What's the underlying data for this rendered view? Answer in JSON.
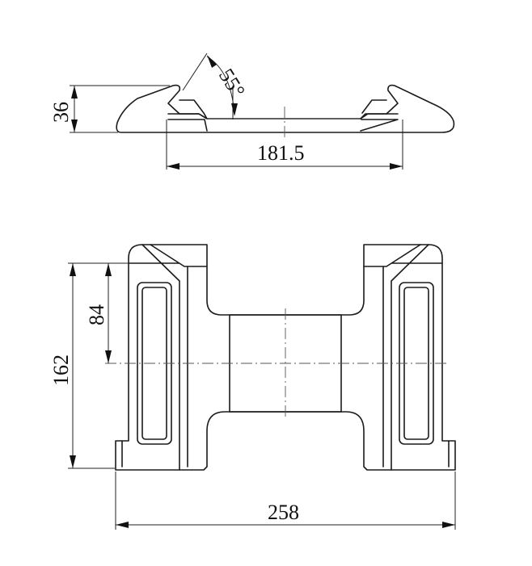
{
  "dimensions": {
    "side_height": "36",
    "angle": "55°",
    "inner_width": "181.5",
    "half_length": "84",
    "total_length": "162",
    "total_width": "258"
  }
}
